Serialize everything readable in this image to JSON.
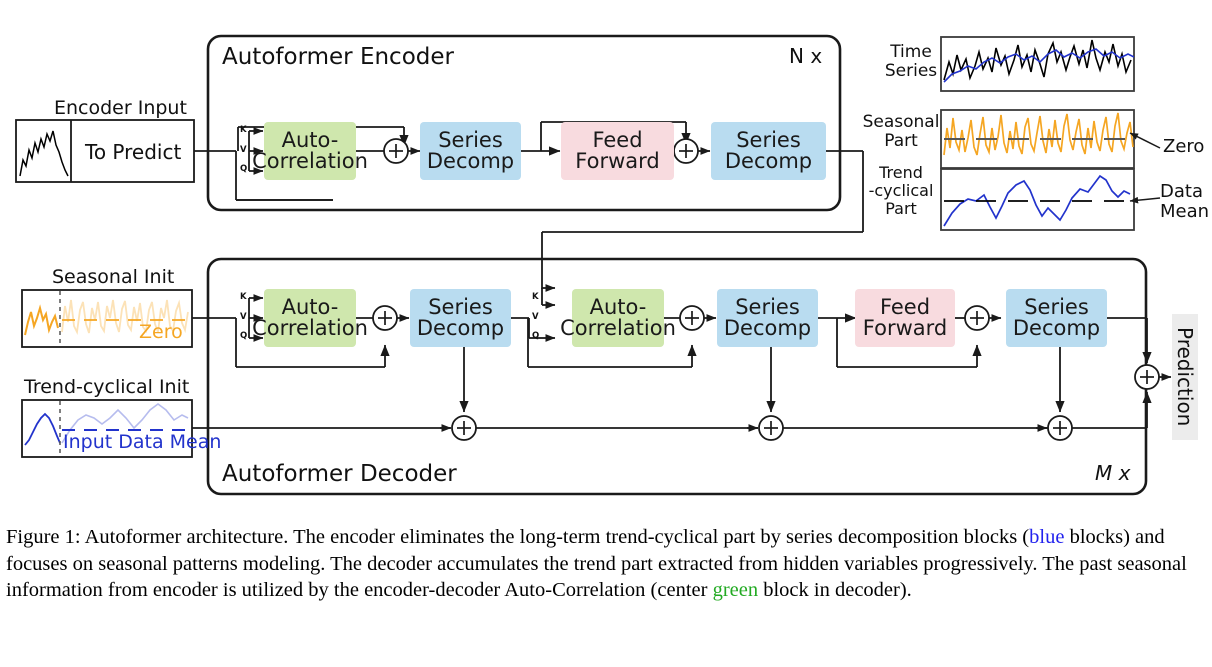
{
  "figure": {
    "title": "Autoformer architecture",
    "encoder": {
      "name": "Autoformer Encoder",
      "repeat": "N x",
      "blocks": [
        {
          "id": "enc-autocorrelation",
          "line1": "Auto-",
          "line2": "Correlation",
          "color": "#cfe7ad",
          "kind": "green"
        },
        {
          "id": "enc-series-decomp-1",
          "line1": "Series",
          "line2": "Decomp",
          "color": "#b9dcf0",
          "kind": "blue"
        },
        {
          "id": "enc-feed-forward",
          "line1": "Feed",
          "line2": "Forward",
          "color": "#f8dbdf",
          "kind": "pink"
        },
        {
          "id": "enc-series-decomp-2",
          "line1": "Series",
          "line2": "Decomp",
          "color": "#b9dcf0",
          "kind": "blue"
        }
      ],
      "kvq": [
        "K",
        "V",
        "Q"
      ]
    },
    "decoder": {
      "name": "Autoformer Decoder",
      "repeat": "M x",
      "blocks": [
        {
          "id": "dec-autocorrelation-1",
          "line1": "Auto-",
          "line2": "Correlation",
          "color": "#cfe7ad",
          "kind": "green"
        },
        {
          "id": "dec-series-decomp-1",
          "line1": "Series",
          "line2": "Decomp",
          "color": "#b9dcf0",
          "kind": "blue"
        },
        {
          "id": "dec-autocorrelation-2",
          "line1": "Auto-",
          "line2": "Correlation",
          "color": "#cfe7ad",
          "kind": "green"
        },
        {
          "id": "dec-series-decomp-2",
          "line1": "Series",
          "line2": "Decomp",
          "color": "#b9dcf0",
          "kind": "blue"
        },
        {
          "id": "dec-feed-forward",
          "line1": "Feed",
          "line2": "Forward",
          "color": "#f8dbdf",
          "kind": "pink"
        },
        {
          "id": "dec-series-decomp-3",
          "line1": "Series",
          "line2": "Decomp",
          "color": "#b9dcf0",
          "kind": "blue"
        }
      ],
      "kvq": [
        "K",
        "V",
        "Q"
      ],
      "output_label": "Prediction"
    },
    "inputs": {
      "encoder_input_title": "Encoder Input",
      "encoder_input_right": "To Predict",
      "seasonal_init_title": "Seasonal Init",
      "seasonal_init_inner": "Zero",
      "trend_init_title": "Trend-cyclical Init",
      "trend_init_inner": "Input Data Mean"
    },
    "legend": {
      "rows": [
        {
          "id": "time-series",
          "label_lines": [
            "Time",
            "Series"
          ],
          "annotation": ""
        },
        {
          "id": "seasonal-part",
          "label_lines": [
            "Seasonal",
            "Part"
          ],
          "annotation": "Zero"
        },
        {
          "id": "trend-cyclical-part",
          "label_lines": [
            "Trend",
            "-cyclical",
            "Part"
          ],
          "annotation_lines": [
            "Data",
            "Mean"
          ]
        }
      ]
    },
    "operators": {
      "add": "+"
    },
    "caption": {
      "prefix": "Figure 1: Autoformer architecture. The encoder eliminates the long-term trend-cyclical part by series decomposition blocks (",
      "blue_word": "blue",
      "mid1": " blocks) and focuses on seasonal patterns modeling. The decoder accumulates the trend part extracted from hidden variables progressively. The past seasonal information from encoder is utilized by the encoder-decoder Auto-Correlation (center ",
      "green_word": "green",
      "suffix": " block in decoder)."
    },
    "colors": {
      "green": "#cfe7ad",
      "blue": "#b9dcf0",
      "pink": "#f8dbdf",
      "line": "#1a1a1a",
      "orange": "#f5a623",
      "blue_series": "#2233cc",
      "caption_blue": "#2222ee",
      "caption_green": "#22aa22"
    }
  }
}
